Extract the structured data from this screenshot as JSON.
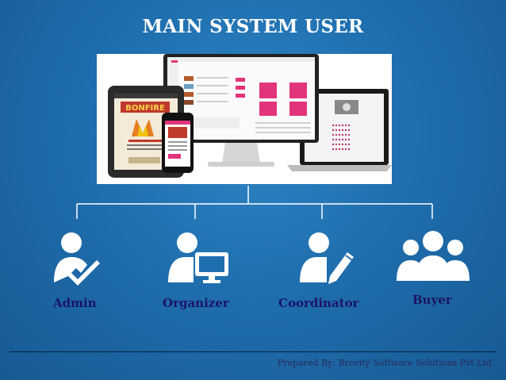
{
  "title": "MAIN SYSTEM USER",
  "hero": {
    "tablet_banner": "BONFIRE"
  },
  "roles": [
    {
      "label": "Admin",
      "icon": "admin-check-icon"
    },
    {
      "label": "Organizer",
      "icon": "organizer-monitor-icon"
    },
    {
      "label": "Coordinator",
      "icon": "coordinator-pencil-icon"
    },
    {
      "label": "Buyer",
      "icon": "buyer-group-icon"
    }
  ],
  "footer": "Prepared By: Brevity Software Solutions Pvt Ltd",
  "colors": {
    "background": "#1f6eae",
    "label_text": "#1b1464",
    "accent_pink": "#e2347a",
    "icon_white": "#ffffff"
  }
}
